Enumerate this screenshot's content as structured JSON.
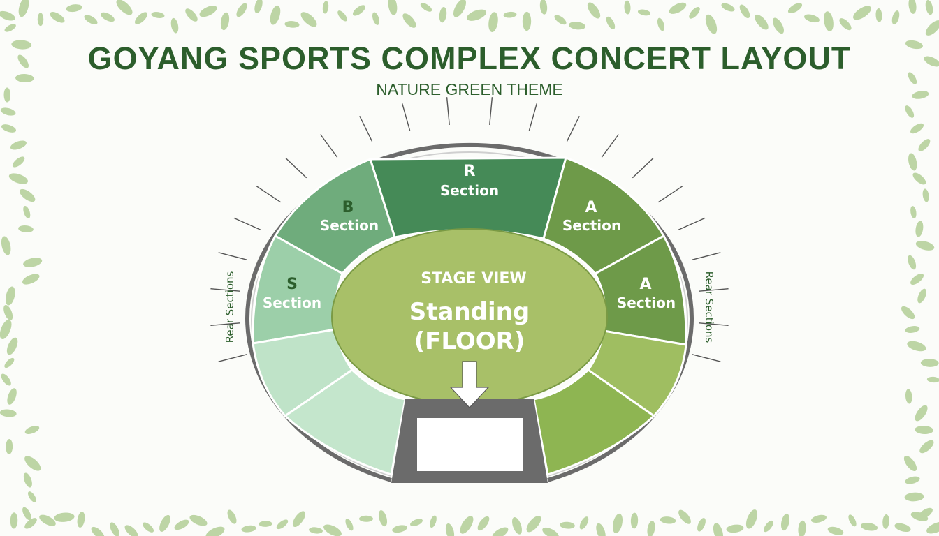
{
  "header": {
    "title": "GOYANG SPORTS COMPLEX CONCERT LAYOUT",
    "subtitle": "NATURE GREEN THEME"
  },
  "sections": {
    "r": {
      "letter": "R",
      "word": "Section",
      "color": "#458a57"
    },
    "b": {
      "letter": "B",
      "word": "Section",
      "color": "#6fac7c"
    },
    "a_upper": {
      "letter": "A",
      "word": "Section",
      "color": "#6e9a49"
    },
    "s": {
      "letter": "S",
      "word": "Section",
      "color": "#9ccfa9"
    },
    "a_lower": {
      "letter": "A",
      "word": "Section",
      "color": "#6e9a49"
    },
    "s_lower": {
      "color": "#bfe3c8"
    },
    "s_bottom": {
      "color": "#c4e6cc"
    },
    "a_side_lower": {
      "color": "#9fbe61"
    },
    "a_bottom": {
      "color": "#8eb552"
    }
  },
  "floor": {
    "stage_view": "STAGE VIEW",
    "line1": "Standing",
    "line2": "(FLOOR)",
    "color": "#a8c068"
  },
  "side_labels": {
    "left": "Rear Sections",
    "right": "Rear Sections"
  },
  "colors": {
    "title": "#2c5e2c",
    "ring": "#6b6b6b",
    "leaves": "#8fb86a"
  }
}
